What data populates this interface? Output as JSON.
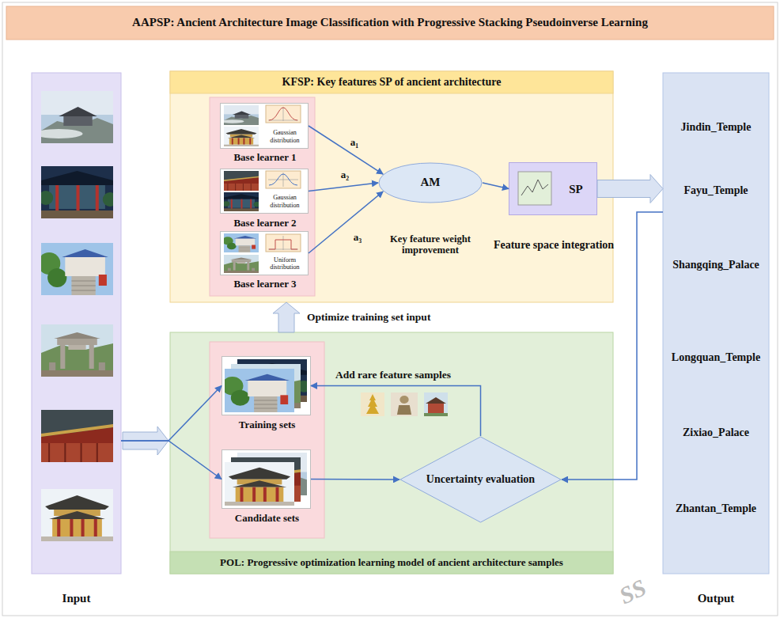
{
  "diagram": {
    "title": "AAPSP: Ancient Architecture Image Classification with Progressive Stacking Pseudoinverse Learning",
    "nodes": [
      {
        "text": [
          "Input"
        ]
      },
      {
        "text": [
          "KFSP: Key features SP of ancient architecture"
        ]
      },
      {
        "text": [
          "Gaussian distribution",
          "Base learner 1"
        ],
        "in": 1
      },
      {
        "text": [
          "Gaussian distribution",
          "Base learner 2"
        ],
        "in": 1
      },
      {
        "text": [
          "Uniform distribution",
          "Base learner 3"
        ],
        "in": 1
      },
      {
        "text": [
          "AM",
          "Key feature weight improvement"
        ],
        "in": 1
      },
      {
        "text": [
          "SP",
          "Feature space integration"
        ],
        "in": 1
      },
      {
        "text": [
          "POL: Progressive optimization learning model of ancient architecture samples"
        ]
      },
      {
        "text": [
          "Training sets"
        ],
        "in": 7
      },
      {
        "text": [
          "Candidate sets"
        ],
        "in": 7
      },
      {
        "text": [
          "Uncertainty evaluation"
        ],
        "in": 7
      },
      {
        "text": [
          "Jindin_Temple",
          "Fayu_Temple",
          "Shangqing_Palace",
          "Longquan_Temple",
          "Zixiao_Palace",
          "Zhantan_Temple",
          "Output"
        ]
      }
    ],
    "edges": [
      {
        "from": 2,
        "to": 5,
        "arrow": "to",
        "label": "a₁"
      },
      {
        "from": 3,
        "to": 5,
        "arrow": "to",
        "label": "a₂"
      },
      {
        "from": 4,
        "to": 5,
        "arrow": "to",
        "label": "a₃"
      },
      {
        "from": 5,
        "to": 6,
        "arrow": "to"
      },
      {
        "from": 6,
        "to": 11,
        "arrow": "to"
      },
      {
        "from": 7,
        "to": 1,
        "arrow": "to",
        "label": "Optimize training set input"
      },
      {
        "from": 0,
        "to": 8,
        "arrow": "to"
      },
      {
        "from": 0,
        "to": 9,
        "arrow": "to"
      },
      {
        "from": 9,
        "to": 10,
        "arrow": "to"
      },
      {
        "from": 10,
        "to": 8,
        "arrow": "to",
        "label": "Add rare feature samples"
      },
      {
        "from": 11,
        "to": 10,
        "arrow": "to"
      }
    ],
    "labels": [
      "SS"
    ]
  }
}
